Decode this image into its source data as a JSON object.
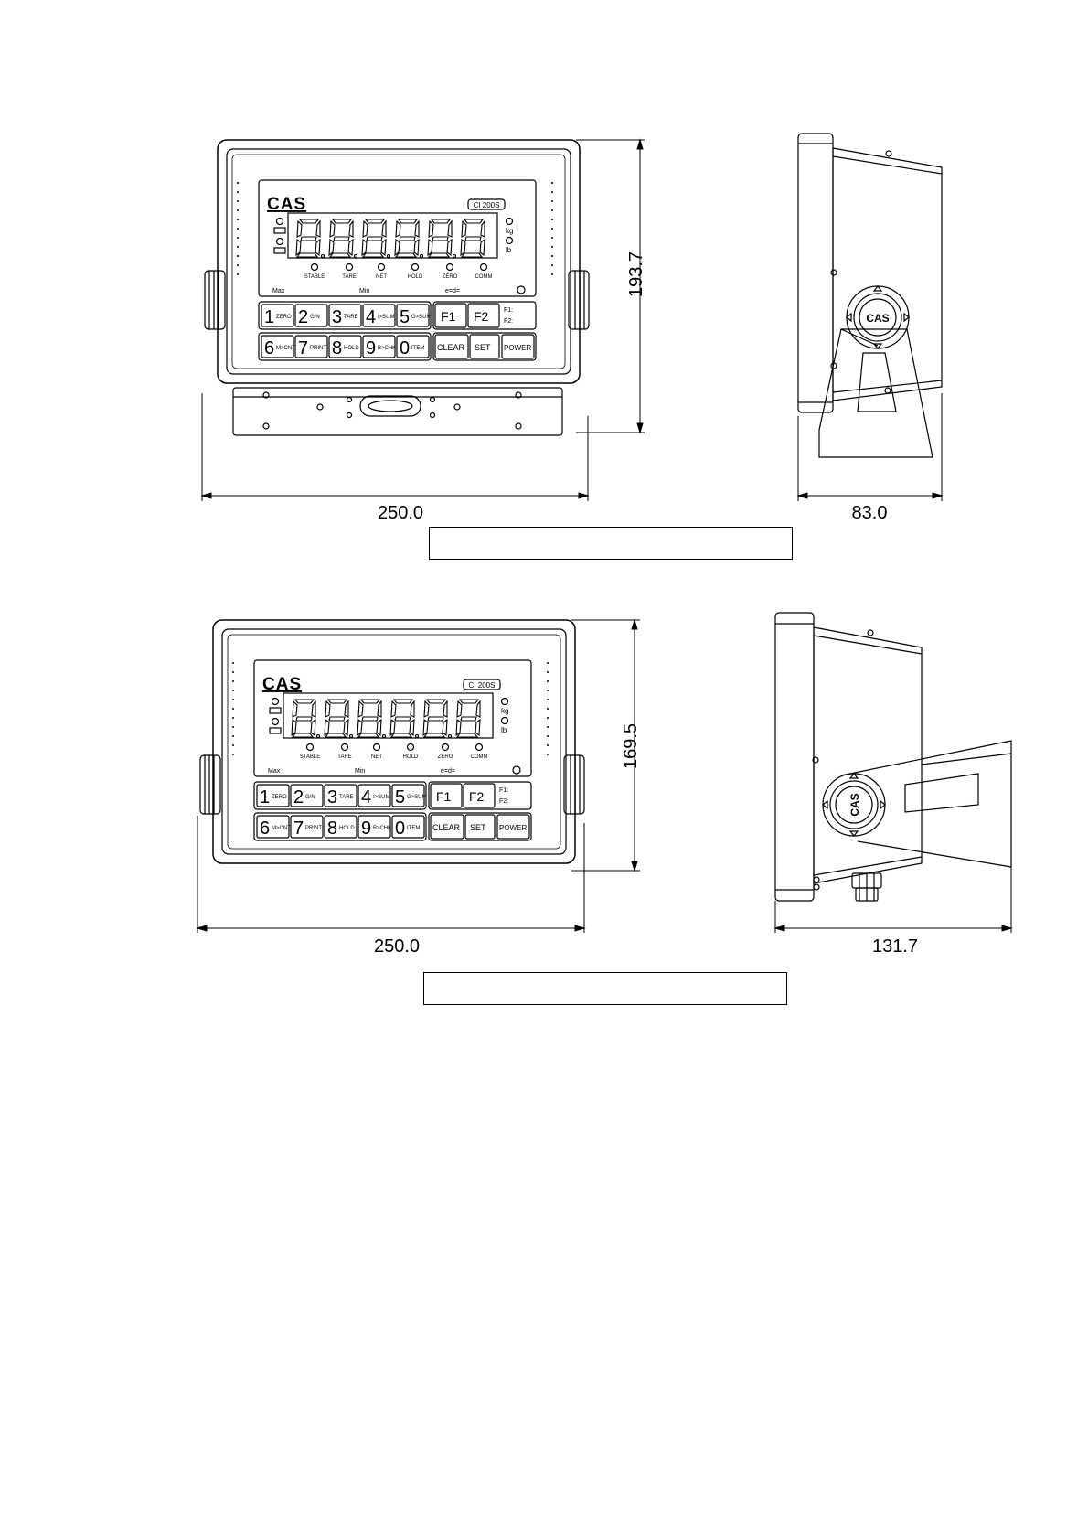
{
  "views": [
    {
      "name": "top-assembly",
      "front": {
        "brand": "CAS",
        "model": "CI 200S",
        "unit_kg": "kg",
        "unit_lb": "lb",
        "status_leds": [
          "STABLE",
          "TARE",
          "NET",
          "HOLD",
          "ZERO",
          "COMM"
        ],
        "capacity_left": "Max",
        "capacity_mid": "Min",
        "capacity_e": "e=d=",
        "keys_row1": [
          {
            "num": "1",
            "label": "ZERO"
          },
          {
            "num": "2",
            "label": "G/N"
          },
          {
            "num": "3",
            "label": "TARE"
          },
          {
            "num": "4",
            "label": "I>SUM"
          },
          {
            "num": "5",
            "label": "G>SUM"
          }
        ],
        "keys_row2": [
          {
            "num": "6",
            "label": "M>CNT"
          },
          {
            "num": "7",
            "label": "PRINT"
          },
          {
            "num": "8",
            "label": "HOLD"
          },
          {
            "num": "9",
            "label": "B>CHK"
          },
          {
            "num": "0",
            "label": "ITEM"
          }
        ],
        "fkeys": [
          "F1",
          "F2"
        ],
        "fkey_labels": [
          "F1:",
          "F2:"
        ],
        "action_keys": [
          "CLEAR",
          "SET",
          "POWER"
        ]
      },
      "side_logo": "CAS",
      "width_dim": "250.0",
      "height_dim": "193.7",
      "depth_dim": "83.0",
      "caption": ""
    },
    {
      "name": "bottom-assembly",
      "front": {
        "brand": "CAS",
        "model": "CI 200S",
        "unit_kg": "kg",
        "unit_lb": "lb",
        "status_leds": [
          "STABLE",
          "TARE",
          "NET",
          "HOLD",
          "ZERO",
          "COMM"
        ],
        "capacity_left": "Max",
        "capacity_mid": "Min",
        "capacity_e": "e=d=",
        "keys_row1": [
          {
            "num": "1",
            "label": "ZERO"
          },
          {
            "num": "2",
            "label": "G/N"
          },
          {
            "num": "3",
            "label": "TARE"
          },
          {
            "num": "4",
            "label": "I>SUM"
          },
          {
            "num": "5",
            "label": "G>SUM"
          }
        ],
        "keys_row2": [
          {
            "num": "6",
            "label": "M>CNT"
          },
          {
            "num": "7",
            "label": "PRINT"
          },
          {
            "num": "8",
            "label": "HOLD"
          },
          {
            "num": "9",
            "label": "B>CHK"
          },
          {
            "num": "0",
            "label": "ITEM"
          }
        ],
        "fkeys": [
          "F1",
          "F2"
        ],
        "fkey_labels": [
          "F1:",
          "F2:"
        ],
        "action_keys": [
          "CLEAR",
          "SET",
          "POWER"
        ]
      },
      "side_logo": "CAS",
      "width_dim": "250.0",
      "height_dim": "169.5",
      "depth_dim": "131.7",
      "caption": ""
    }
  ]
}
